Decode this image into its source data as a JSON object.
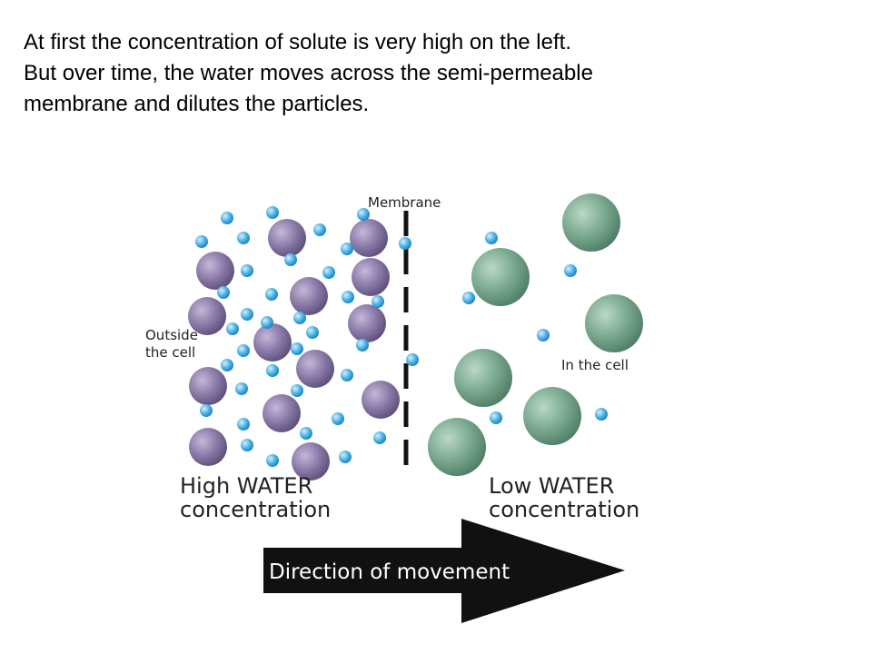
{
  "caption": {
    "line1": "At first the concentration of solute is very high on the left.",
    "line2": "But over time, the water moves across the semi-permeable",
    "line3": "membrane and dilutes the particles."
  },
  "labels": {
    "membrane": "Membrane",
    "outside_line1": "Outside",
    "outside_line2": "the cell",
    "inside": "In the cell",
    "high_line1": "High WATER",
    "high_line2": "concentration",
    "low_line1": "Low WATER",
    "low_line2": "concentration",
    "direction": "Direction of movement"
  },
  "colors": {
    "purple_particle": "#7b6b98",
    "green_particle": "#6f9f86",
    "water_molecule": "#3aa9e0",
    "membrane": "#111111",
    "arrow": "#111111"
  }
}
